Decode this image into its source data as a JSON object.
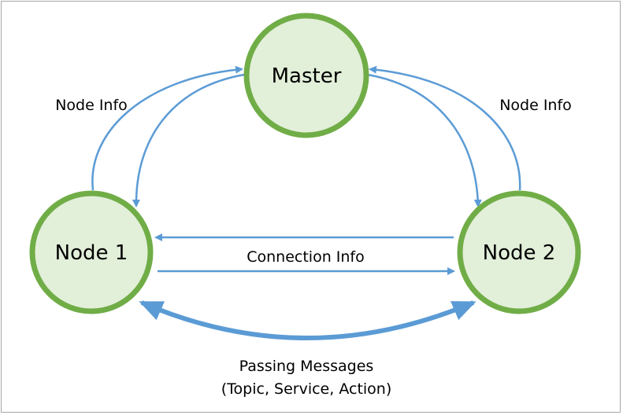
{
  "nodes": {
    "master": "Master",
    "node1": "Node 1",
    "node2": "Node 2"
  },
  "labels": {
    "node_info_left": "Node Info",
    "node_info_right": "Node Info",
    "connection_info": "Connection Info",
    "passing_messages_line1": "Passing Messages",
    "passing_messages_line2": "(Topic, Service, Action)"
  },
  "colors": {
    "node_fill": "#e2efd9",
    "node_stroke": "#70ad47",
    "arrow": "#5b9bd5",
    "frame_border": "#a6a6a6"
  }
}
